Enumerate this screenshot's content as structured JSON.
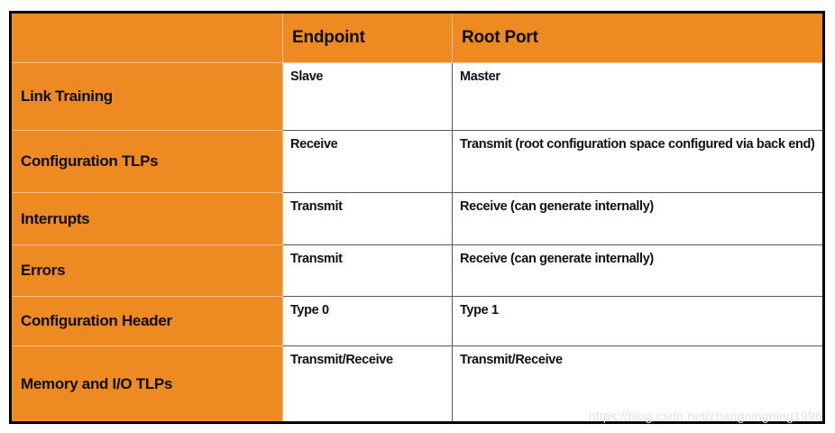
{
  "table": {
    "columns": [
      "",
      "Endpoint",
      "Root Port"
    ],
    "rows": [
      {
        "feature": "Link Training",
        "endpoint": "Slave",
        "root_port": "Master"
      },
      {
        "feature": "Configuration TLPs",
        "endpoint": "Receive",
        "root_port": "Transmit (root configuration space configured via back end)"
      },
      {
        "feature": "Interrupts",
        "endpoint": "Transmit",
        "root_port": "Receive (can generate internally)"
      },
      {
        "feature": "Errors",
        "endpoint": "Transmit",
        "root_port": "Receive (can generate internally)"
      },
      {
        "feature": "Configuration Header",
        "endpoint": "Type 0",
        "root_port": "Type 1"
      },
      {
        "feature": "Memory and I/O TLPs",
        "endpoint": "Transmit/Receive",
        "root_port": "Transmit/Receive"
      }
    ]
  },
  "watermark": {
    "text": "https://blog.csdn.net/zhangningning1996"
  },
  "colors": {
    "header_fill": "#ED8B22",
    "feature_fill": "#ED8B22",
    "cell_fill": "#FFFFFF",
    "outer_border": "#000000",
    "inner_border": "#595959",
    "text": "#111111",
    "watermark_text": "#E2E2E2"
  }
}
